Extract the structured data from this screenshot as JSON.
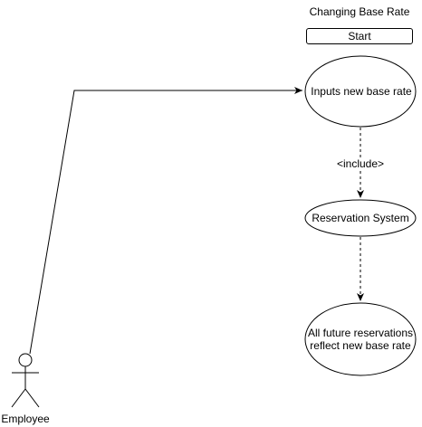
{
  "diagram": {
    "title": "Changing Base Rate",
    "start_label": "Start",
    "use_cases": [
      {
        "id": "uc-inputs",
        "label": "Inputs new base rate"
      },
      {
        "id": "uc-reservation",
        "label": "Reservation System"
      },
      {
        "id": "uc-future",
        "label": "All future reservations reflect new base rate"
      }
    ],
    "actor": {
      "label": "Employee"
    },
    "relations": [
      {
        "from": "Employee",
        "to": "uc-inputs",
        "type": "association"
      },
      {
        "from": "uc-inputs",
        "to": "uc-reservation",
        "type": "include",
        "label": "<include>"
      },
      {
        "from": "uc-reservation",
        "to": "uc-future",
        "type": "dependency"
      }
    ]
  }
}
